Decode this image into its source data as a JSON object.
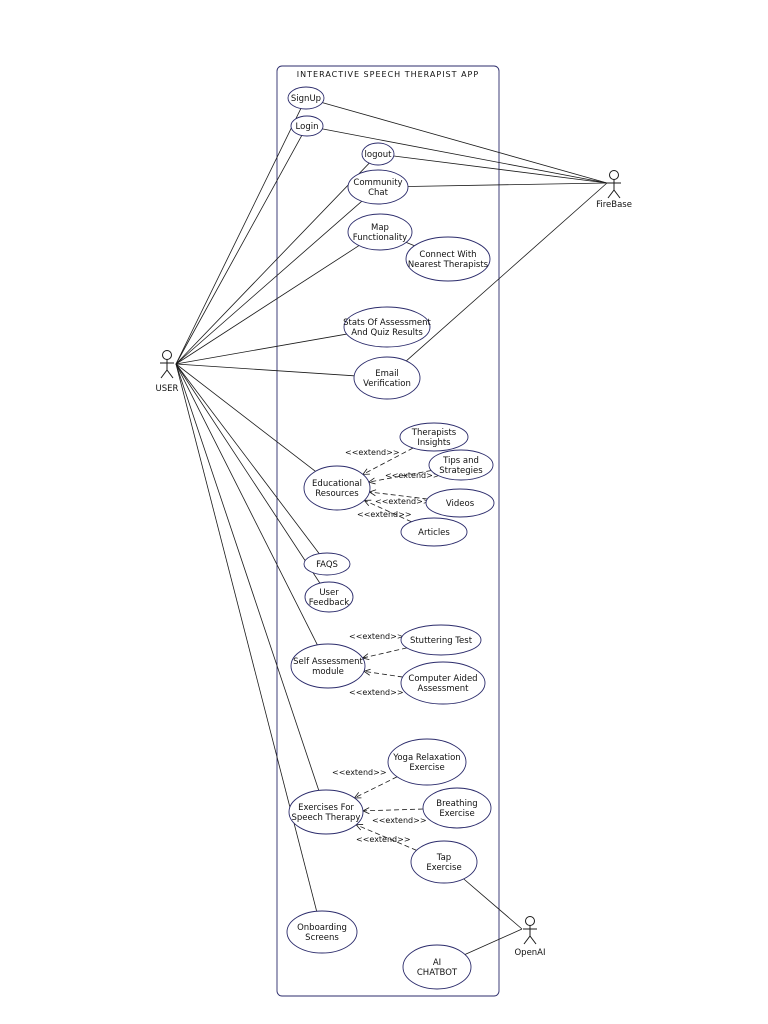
{
  "system": {
    "title": "INTERACTIVE SPEECH THERAPIST APP"
  },
  "actors": [
    {
      "id": "user",
      "label": "USER"
    },
    {
      "id": "firebase",
      "label": "FireBase"
    },
    {
      "id": "openai",
      "label": "OpenAI"
    }
  ],
  "use_cases": [
    {
      "id": "signup",
      "lines": [
        "SignUp"
      ]
    },
    {
      "id": "login",
      "lines": [
        "Login"
      ]
    },
    {
      "id": "logout",
      "lines": [
        "logout"
      ]
    },
    {
      "id": "community",
      "lines": [
        "Community",
        "Chat"
      ]
    },
    {
      "id": "map",
      "lines": [
        "Map",
        "Functionality"
      ]
    },
    {
      "id": "connect",
      "lines": [
        "Connect With",
        "Nearest Therapists"
      ]
    },
    {
      "id": "stats",
      "lines": [
        "Stats Of Assessment",
        "And Quiz Results"
      ]
    },
    {
      "id": "email",
      "lines": [
        "Email",
        "Verification"
      ]
    },
    {
      "id": "insights",
      "lines": [
        "Therapists",
        "Insights"
      ]
    },
    {
      "id": "tips",
      "lines": [
        "Tips and",
        "Strategies"
      ]
    },
    {
      "id": "edu",
      "lines": [
        "Educational",
        "Resources"
      ]
    },
    {
      "id": "videos",
      "lines": [
        "Videos"
      ]
    },
    {
      "id": "articles",
      "lines": [
        "Articles"
      ]
    },
    {
      "id": "faqs",
      "lines": [
        "FAQS"
      ]
    },
    {
      "id": "feedback",
      "lines": [
        "User",
        "Feedback"
      ]
    },
    {
      "id": "stutter",
      "lines": [
        "Stuttering Test"
      ]
    },
    {
      "id": "selfassess",
      "lines": [
        "Self Assessment",
        "module"
      ]
    },
    {
      "id": "computer",
      "lines": [
        "Computer Aided",
        "Assessment"
      ]
    },
    {
      "id": "yoga",
      "lines": [
        "Yoga Relaxation",
        "Exercise"
      ]
    },
    {
      "id": "breathing",
      "lines": [
        "Breathing",
        "Exercise"
      ]
    },
    {
      "id": "exercises",
      "lines": [
        "Exercises For",
        "Speech Therapy"
      ]
    },
    {
      "id": "tap",
      "lines": [
        "Tap",
        "Exercise"
      ]
    },
    {
      "id": "onboarding",
      "lines": [
        "Onboarding",
        "Screens"
      ]
    },
    {
      "id": "aichat",
      "lines": [
        "AI",
        "CHATBOT"
      ]
    }
  ],
  "associations": [
    [
      "user",
      "signup"
    ],
    [
      "user",
      "login"
    ],
    [
      "user",
      "logout"
    ],
    [
      "user",
      "community"
    ],
    [
      "user",
      "map"
    ],
    [
      "user",
      "stats"
    ],
    [
      "user",
      "email"
    ],
    [
      "user",
      "edu"
    ],
    [
      "user",
      "faqs"
    ],
    [
      "user",
      "feedback"
    ],
    [
      "user",
      "selfassess"
    ],
    [
      "user",
      "exercises"
    ],
    [
      "user",
      "onboarding"
    ],
    [
      "firebase",
      "signup"
    ],
    [
      "firebase",
      "login"
    ],
    [
      "firebase",
      "logout"
    ],
    [
      "firebase",
      "community"
    ],
    [
      "firebase",
      "email"
    ],
    [
      "openai",
      "tap"
    ],
    [
      "openai",
      "aichat"
    ],
    [
      "map",
      "connect"
    ]
  ],
  "extends": [
    {
      "from": "insights",
      "to": "edu",
      "label": "<<extend>>"
    },
    {
      "from": "tips",
      "to": "edu",
      "label": "<<extend>>"
    },
    {
      "from": "videos",
      "to": "edu",
      "label": "<<extend>>"
    },
    {
      "from": "articles",
      "to": "edu",
      "label": "<<extend>>"
    },
    {
      "from": "stutter",
      "to": "selfassess",
      "label": "<<extend>>"
    },
    {
      "from": "computer",
      "to": "selfassess",
      "label": "<<extend>>"
    },
    {
      "from": "yoga",
      "to": "exercises",
      "label": "<<extend>>"
    },
    {
      "from": "breathing",
      "to": "exercises",
      "label": "<<extend>>"
    },
    {
      "from": "tap",
      "to": "exercises",
      "label": "<<extend>>"
    }
  ],
  "colors": {
    "ellipse_stroke": "#2b2b6b",
    "line": "#1a1a1a",
    "background": "#ffffff"
  }
}
